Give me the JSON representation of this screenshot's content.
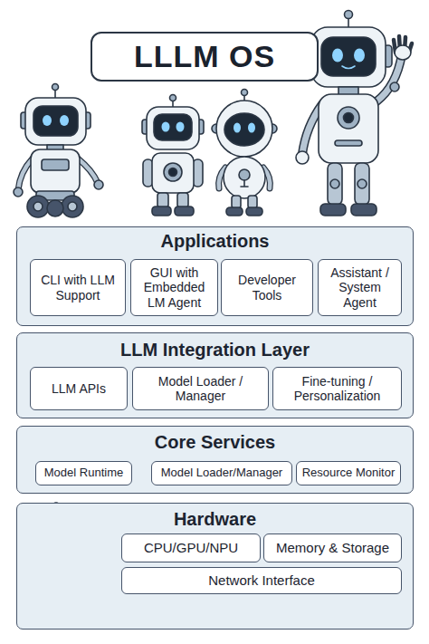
{
  "diagram": {
    "title": "LLLM OS",
    "nodes": [
      {
        "text": [
          "Applications"
        ]
      },
      {
        "text": [
          "CLI with LLM Support"
        ],
        "in": 0
      },
      {
        "text": [
          "GUI with Embedded LM Agent"
        ],
        "in": 0
      },
      {
        "text": [
          "Developer Tools"
        ],
        "in": 0
      },
      {
        "text": [
          "Assistant / System Agent"
        ],
        "in": 0
      },
      {
        "text": [
          "LLM Integration Layer"
        ]
      },
      {
        "text": [
          "LLM APIs"
        ],
        "in": 5
      },
      {
        "text": [
          "Model Loader / Manager"
        ],
        "in": 5
      },
      {
        "text": [
          "Fine-tuning / Personalization"
        ],
        "in": 5
      },
      {
        "text": [
          "Core Services"
        ]
      },
      {
        "text": [
          "Model Runtime"
        ],
        "in": 9
      },
      {
        "text": [
          "Model Loader/Manager"
        ],
        "in": 9
      },
      {
        "text": [
          "Resource Monitor"
        ],
        "in": 9
      },
      {
        "text": [
          "Hardware"
        ]
      },
      {
        "text": [
          "CPU/GPU/NPU"
        ],
        "in": 13
      },
      {
        "text": [
          "Memory & Storage"
        ],
        "in": 13
      },
      {
        "text": [
          "Network Interface"
        ],
        "in": 13
      }
    ]
  }
}
